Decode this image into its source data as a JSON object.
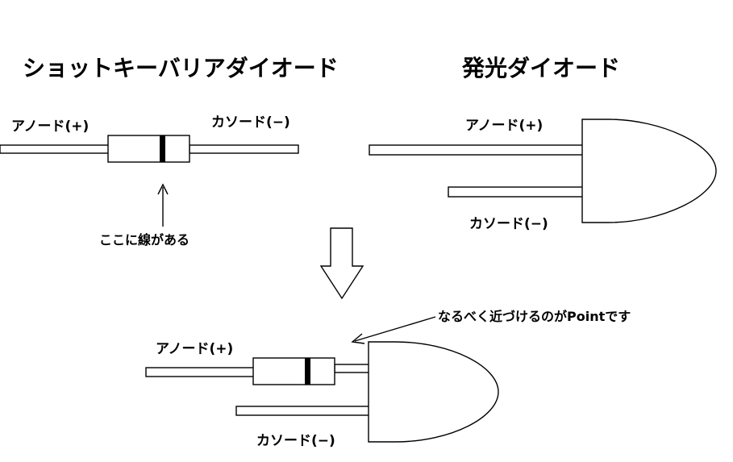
{
  "schottky": {
    "title": "ショットキーバリアダイオード",
    "anode_label": "アノード(+)",
    "cathode_label": "カソード(−)",
    "band_note": "ここに線がある"
  },
  "led": {
    "title": "発光ダイオード",
    "anode_label": "アノード(+)",
    "cathode_label": "カソード(−)"
  },
  "combined": {
    "anode_label": "アノード(+)",
    "cathode_label": "カソード(−)",
    "tip_note": "なるべく近づけるのがPointです"
  }
}
